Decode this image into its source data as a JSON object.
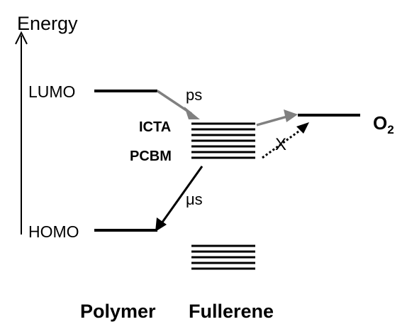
{
  "axis": {
    "label": "Energy"
  },
  "levels": {
    "lumo": "LUMO",
    "homo": "HOMO"
  },
  "transitions": {
    "fast": "ps",
    "slow": "μs",
    "blocked": "X"
  },
  "acceptor_labels": {
    "top": "ICTA",
    "bottom": "PCBM"
  },
  "oxygen": {
    "symbol": "O",
    "subscript": "2"
  },
  "columns": {
    "polymer": "Polymer",
    "fullerene": "Fullerene"
  },
  "colors": {
    "arrow_gray": "#808080",
    "line": "#000000"
  }
}
